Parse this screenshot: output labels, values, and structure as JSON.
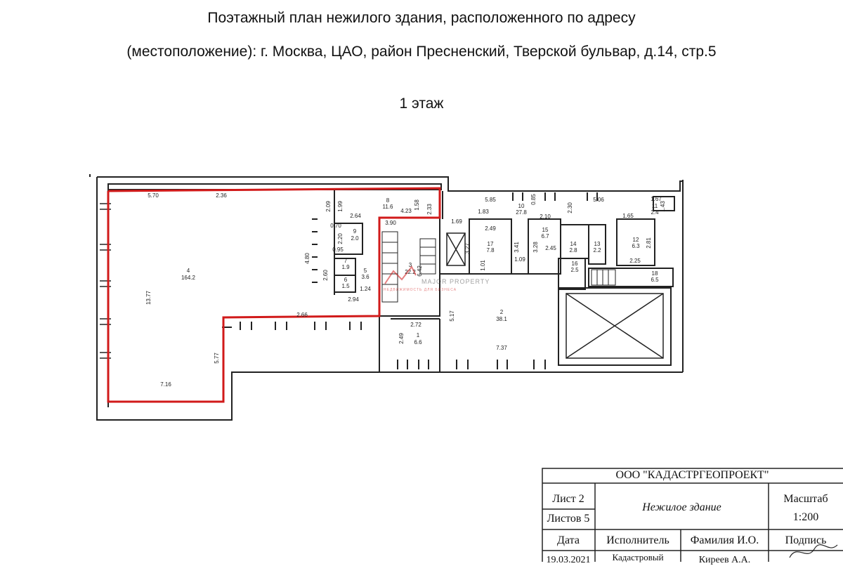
{
  "header": {
    "title_line1": "Поэтажный план нежилого здания, расположенного по адресу",
    "title_line2": "(местоположение): г. Москва, ЦАО, район Пресненский, Тверской бульвар, д.14, стр.5",
    "floor": "1 этаж"
  },
  "plan": {
    "highlight_color": "#d11a1a",
    "line_color": "#222222",
    "rooms": [
      {
        "number": "4",
        "area": "164.2"
      },
      {
        "number": "2",
        "area": "38.1"
      },
      {
        "number": "3",
        "area": "22.2"
      },
      {
        "number": "8",
        "area": "11.6"
      },
      {
        "number": "9",
        "area": "2.0"
      },
      {
        "number": "7",
        "area": "1.9"
      },
      {
        "number": "5",
        "area": "3.6"
      },
      {
        "number": "6",
        "area": "1.5"
      },
      {
        "number": "1",
        "area": "6.6"
      },
      {
        "number": "10",
        "area": "27.8"
      },
      {
        "number": "17",
        "area": "7.8"
      },
      {
        "number": "15",
        "area": "6.7"
      },
      {
        "number": "14",
        "area": "2.8"
      },
      {
        "number": "13",
        "area": "2.2"
      },
      {
        "number": "12",
        "area": "6.3"
      },
      {
        "number": "11",
        "area": "2.4"
      },
      {
        "number": "16",
        "area": "2.5"
      },
      {
        "number": "18",
        "area": "6.5"
      }
    ],
    "dimensions": [
      "5.70",
      "2.36",
      "13.77",
      "7.16",
      "5.77",
      "2.66",
      "2.09",
      "1.99",
      "2.64",
      "0.70",
      "2.20",
      "0.95",
      "2.60",
      "4.80",
      "2.94",
      "1.24",
      "3.90",
      "4.23",
      "1.58",
      "2.33",
      "2.72",
      "2.49",
      "5.17",
      "7.37",
      "5.85",
      "0.85",
      "5.06",
      "1.67",
      "1.43",
      "1.83",
      "2.49",
      "1.69",
      "3.27",
      "1.01",
      "3.41",
      "1.09",
      "3.28",
      "2.10",
      "2.45",
      "2.30",
      "1.65",
      "2.81",
      "2.25",
      "6.42"
    ],
    "watermark_text": "MAJOR PROPERTY",
    "watermark_subtext": "НЕДВИЖИМОСТЬ ДЛЯ БИЗНЕСА"
  },
  "stamp": {
    "company": "ООО  \"КАДАСТРГЕОПРОЕКТ\"",
    "sheet": "Лист 2",
    "sheets_total": "Листов 5",
    "building_type": "Нежилое здание",
    "scale_label": "Масштаб",
    "scale_value": "1:200",
    "col_date": "Дата",
    "col_executor": "Исполнитель",
    "col_name": "Фамилия И.О.",
    "col_signature": "Подпись",
    "date_value": "19.03.2021",
    "executor_value": "Кадастровый",
    "name_value": "Киреев А.А."
  }
}
